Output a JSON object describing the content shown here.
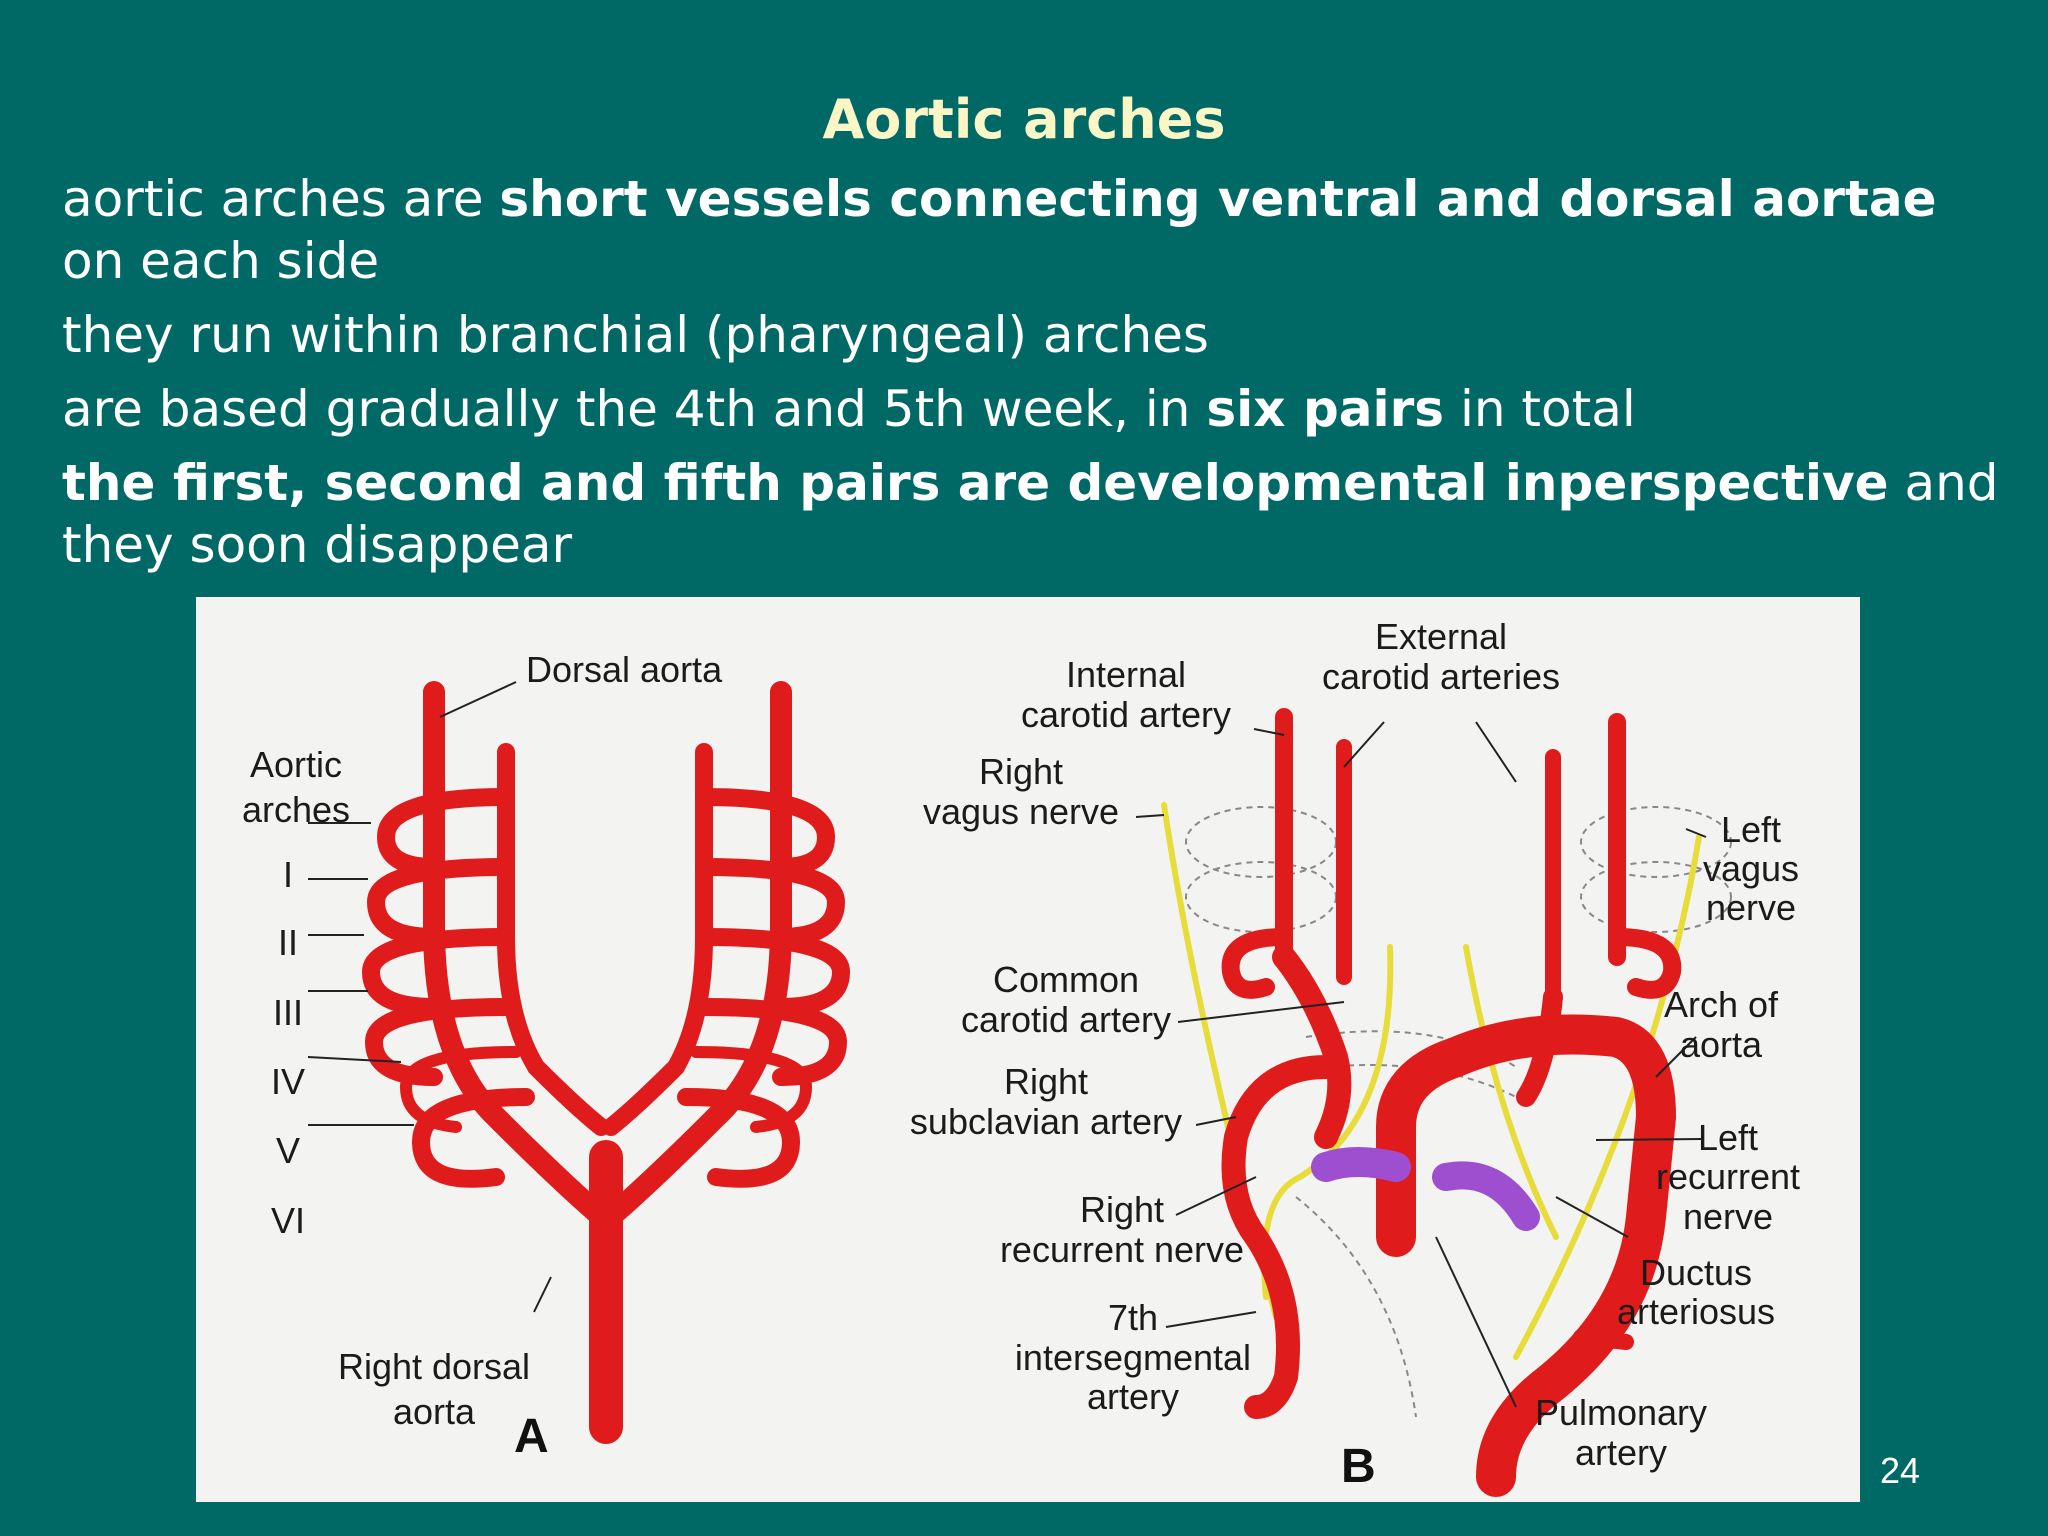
{
  "slide": {
    "title": "Aortic arches",
    "bullets": [
      {
        "a": "aortic arches are ",
        "b": "short vessels connecting ventral and dorsal aortae",
        "c": " on each side"
      },
      {
        "a": "they run within branchial (pharyngeal) arches",
        "b": "",
        "c": ""
      },
      {
        "a": "are based gradually the 4th and 5th week, in ",
        "b": "six pairs",
        "c": " in total"
      },
      {
        "a": "",
        "b": "the first, second and fifth pairs are developmental inperspective",
        "c": " and they soon disappear"
      }
    ],
    "page_number": "24"
  },
  "figure": {
    "panel_a": {
      "letter": "A",
      "dorsal_aorta": "Dorsal aorta",
      "aortic_arches_1": "Aortic",
      "aortic_arches_2": "arches",
      "arch_numerals": [
        "I",
        "II",
        "III",
        "IV",
        "V",
        "VI"
      ],
      "right_dorsal_1": "Right dorsal",
      "right_dorsal_2": "aorta"
    },
    "panel_b": {
      "letter": "B",
      "external_1": "External",
      "external_2": "carotid arteries",
      "internal_1": "Internal",
      "internal_2": "carotid artery",
      "right_vagus_1": "Right",
      "right_vagus_2": "vagus nerve",
      "left_vagus_1": "Left",
      "left_vagus_2": "vagus",
      "left_vagus_3": "nerve",
      "common_1": "Common",
      "common_2": "carotid artery",
      "arch_1": "Arch of",
      "arch_2": "aorta",
      "subclavian_1": "Right",
      "subclavian_2": "subclavian artery",
      "left_rec_1": "Left",
      "left_rec_2": "recurrent",
      "left_rec_3": "nerve",
      "right_rec_1": "Right",
      "right_rec_2": "recurrent nerve",
      "ductus_1": "Ductus",
      "ductus_2": "arteriosus",
      "seventh_1": "7th",
      "seventh_2": "intersegmental",
      "seventh_3": "artery",
      "pulmonary_1": "Pulmonary",
      "pulmonary_2": "artery"
    }
  },
  "colors": {
    "background": "#006965",
    "title": "#fbf6c6",
    "artery": "#e01b1b",
    "nerve": "#e8dc3a",
    "ductus": "#9d4fd0"
  }
}
